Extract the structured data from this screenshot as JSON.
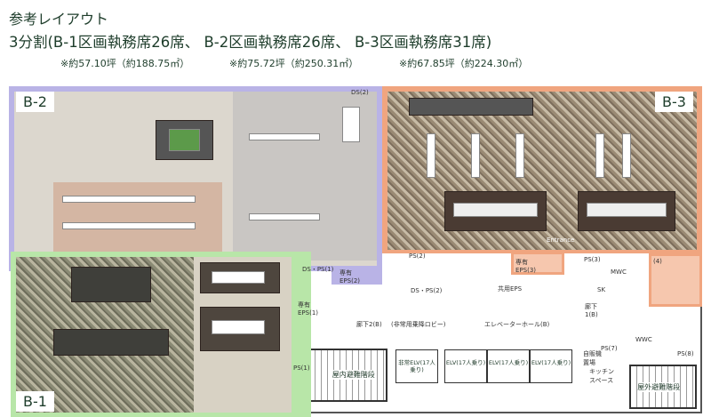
{
  "header": {
    "title": "参考レイアウト",
    "subtitle": "3分割(B-1区画執務席26席、 B-2区画執務席26席、 B-3区画執務席31席)",
    "notes": [
      "※約57.10坪（約188.75㎡）",
      "※約75.72坪（約250.31㎡）",
      "※約67.85坪（約224.30㎡）"
    ]
  },
  "zones": {
    "b1": {
      "label": "B-1",
      "color": "#b8e6a8"
    },
    "b2": {
      "label": "B-2",
      "color": "#b9b3e6"
    },
    "b3": {
      "label": "B-3",
      "color": "#f0a57f"
    }
  },
  "rooms": {
    "ds_ps1": "DS・PS(1)",
    "eps2": "専有EPS(2)",
    "eps1": "専有EPS(1)",
    "ps2": "PS(2)",
    "ds_ps2": "DS・PS(2)",
    "eps3": "専有EPS(3)",
    "shared_eps": "共用EPS",
    "ps3": "PS(3)",
    "ps4": "(4)",
    "mwc": "MWC",
    "sk": "SK",
    "corridor1": "廊下1(B)",
    "wwc": "WWC",
    "corridor2": "廊下2(B)",
    "lobby": "(非常用乗降ロビー)",
    "elevator_hall": "エレベーターホール(B)",
    "ps7": "PS(7)",
    "ps8": "PS(8)",
    "ps1": "PS(1)",
    "vending": "自販機置場",
    "kitchen": "キッチンスペース",
    "indoor_stairs": "屋内避難階段",
    "outdoor_stairs": "屋外避難階段",
    "emergency_elv": "非常ELV(17人乗り)",
    "elv": "ELV(17人乗り)",
    "ds": "DS(2)",
    "entrance": "Entrance"
  }
}
